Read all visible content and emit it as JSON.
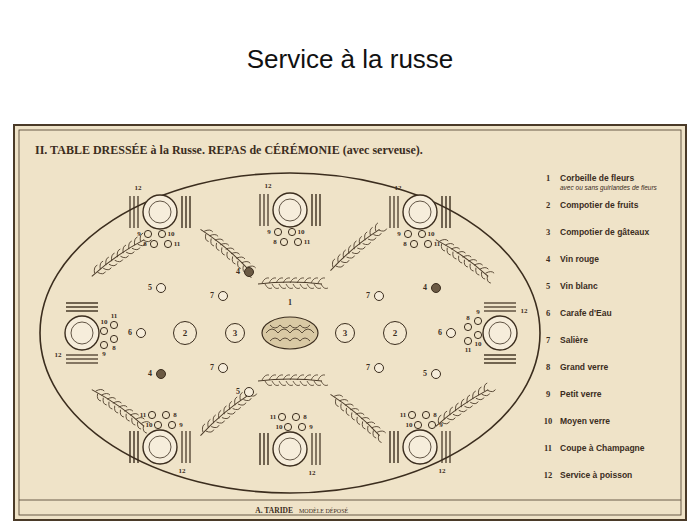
{
  "diagram": {
    "title": "Service à la russe",
    "nodes": [
      {
        "text": [
          "2"
        ]
      },
      {
        "text": [
          "3"
        ]
      },
      {
        "text": [
          "3"
        ]
      },
      {
        "text": [
          "2"
        ]
      }
    ],
    "labels": [
      "II. TABLE DRESSÉE à la Russe. REPAS de CÉRÉMONIE (avec serveuse).",
      "1",
      "Corbeille de fleurs",
      "avec ou sans guirlandes de fleurs",
      "2",
      "Compotier de fruits",
      "3",
      "Compotier de gâteaux",
      "4",
      "Vin rouge",
      "5",
      "Vin blanc",
      "6",
      "Carafe d'Eau",
      "7",
      "Salière",
      "8",
      "Grand verre",
      "9",
      "Petit verre",
      "10",
      "Moyen verre",
      "11",
      "Coupe à Champagne",
      "12",
      "Service à poisson",
      "A. TARIDE",
      "MODÈLE DÉPOSÉ",
      "1",
      "5",
      "7",
      "4",
      "7",
      "4",
      "6",
      "6",
      "4",
      "7",
      "5",
      "7",
      "5",
      "12",
      "8",
      "9",
      "10",
      "11",
      "12",
      "8",
      "9",
      "10",
      "11",
      "12",
      "8",
      "9",
      "10",
      "11",
      "12",
      "8",
      "9",
      "10",
      "11",
      "12",
      "8",
      "9",
      "10",
      "11",
      "12",
      "8",
      "9",
      "10",
      "11",
      "12",
      "8",
      "9",
      "10",
      "11",
      "12",
      "8",
      "9",
      "10",
      "11"
    ]
  }
}
